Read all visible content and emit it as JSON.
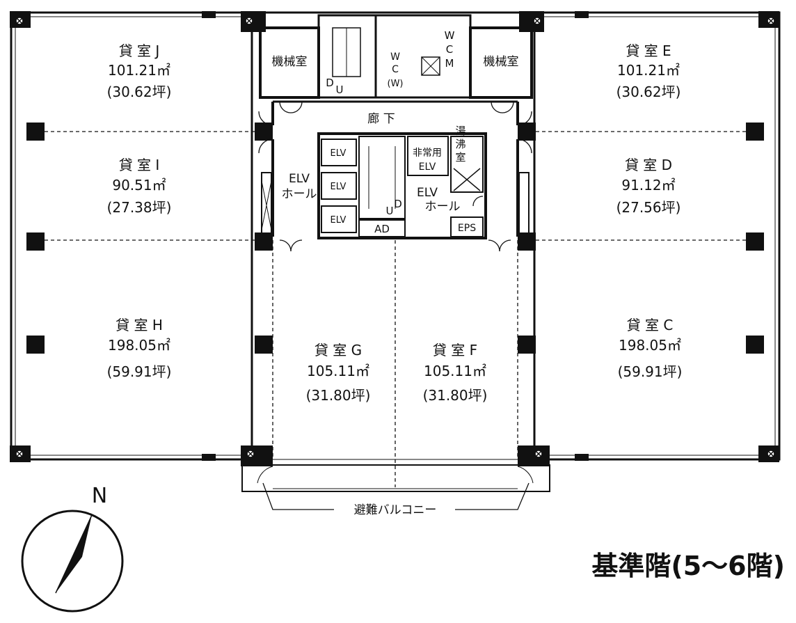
{
  "plan": {
    "title": "基準階(5〜6階)",
    "north_label": "N",
    "balcony_label": "避難バルコニー",
    "corridor_label": "廊 下",
    "rooms": {
      "J": {
        "name": "貸 室 J",
        "area": "101.21㎡",
        "tsubo": "(30.62坪)"
      },
      "I": {
        "name": "貸 室 I",
        "area": "90.51㎡",
        "tsubo": "(27.38坪)"
      },
      "H": {
        "name": "貸 室 H",
        "area": "198.05㎡",
        "tsubo": "(59.91坪)"
      },
      "G": {
        "name": "貸 室 G",
        "area": "105.11㎡",
        "tsubo": "(31.80坪)"
      },
      "F": {
        "name": "貸 室 F",
        "area": "105.11㎡",
        "tsubo": "(31.80坪)"
      },
      "E": {
        "name": "貸 室 E",
        "area": "101.21㎡",
        "tsubo": "(30.62坪)"
      },
      "D": {
        "name": "貸 室 D",
        "area": "91.12㎡",
        "tsubo": "(27.56坪)"
      },
      "C": {
        "name": "貸 室 C",
        "area": "198.05㎡",
        "tsubo": "(59.91坪)"
      }
    },
    "core": {
      "machine_room": "機械室",
      "elv": "ELV",
      "elv_hall_line1": "ELV",
      "elv_hall_line2": "ホール",
      "emergency_elv_line1": "非常用",
      "emergency_elv_line2": "ELV",
      "kitchen_line1": "湯",
      "kitchen_line2": "沸",
      "kitchen_line3": "室",
      "ad": "AD",
      "eps": "EPS",
      "wc_w": "W",
      "wc_c": "C",
      "wc_m": "M",
      "wc_wparen": "(W)",
      "du_d": "D",
      "du_u": "U"
    }
  }
}
